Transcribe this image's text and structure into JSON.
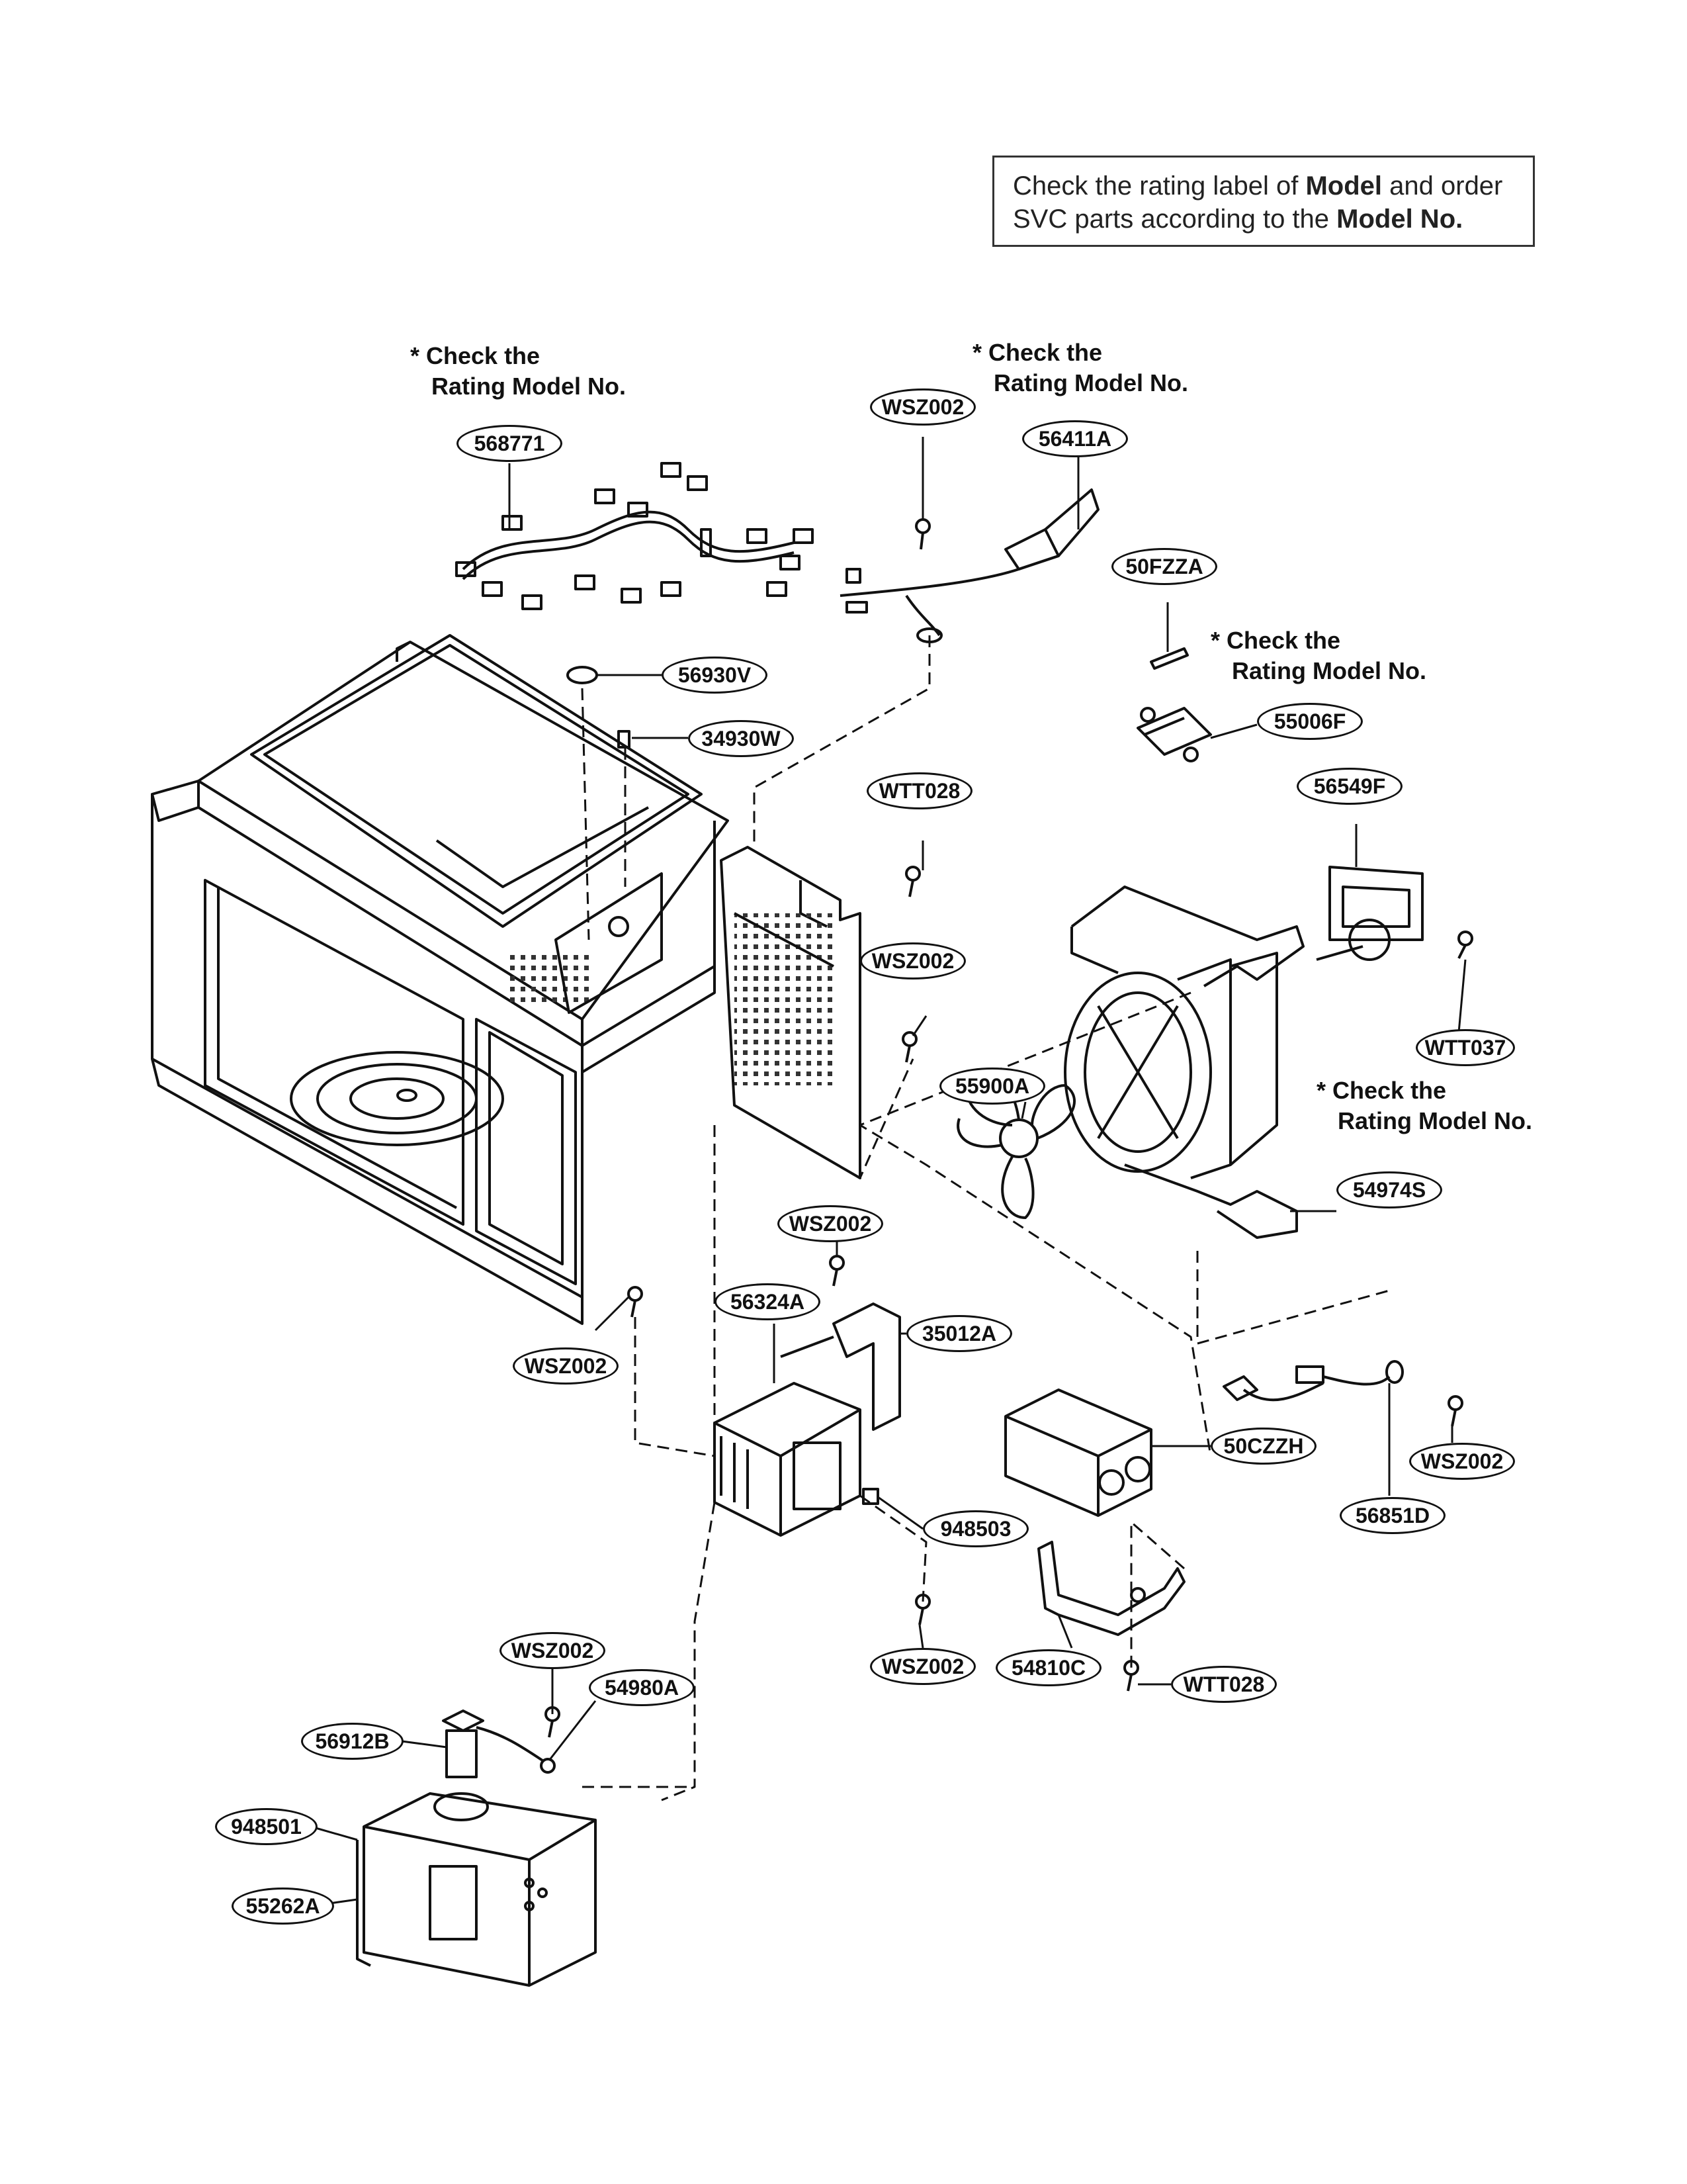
{
  "notice": {
    "part1": "Check the rating label of ",
    "bold1": "Model",
    "part2": " and order SVC parts according to the ",
    "bold2": "Model No."
  },
  "notes": {
    "line1": "* Check the",
    "line2": "Rating Model No."
  },
  "callouts": [
    "568771",
    "WSZ002",
    "56411A",
    "50FZZA",
    "55006F",
    "56930V",
    "34930W",
    "WTT028",
    "56549F",
    "WSZ002",
    "WTT037",
    "55900A",
    "54974S",
    "WSZ002",
    "56324A",
    "35012A",
    "WSZ002",
    "50CZZH",
    "WSZ002",
    "56851D",
    "948503",
    "WSZ002",
    "54810C",
    "WTT028",
    "WSZ002",
    "54980A",
    "56912B",
    "948501",
    "55262A"
  ]
}
